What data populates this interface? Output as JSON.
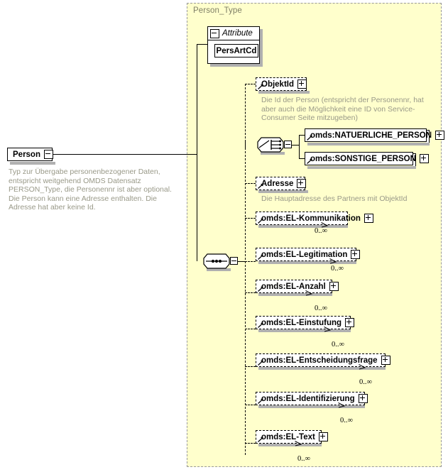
{
  "diagram": {
    "type_container_label": "Person_Type",
    "root": {
      "name": "Person",
      "toggle": "collapse-minus",
      "documentation": "Typ zur Übergabe personenbezogener Daten, entspricht weitgehend OMDS Datensatz PERSON_Type, die Personennr ist aber optional. Die Person kann eine Adresse enthalten. Die Adresse hat aber keine Id."
    },
    "attribute_group": {
      "label": "Attribute",
      "toggle": "collapse-minus",
      "attributes": [
        {
          "name": "PersArtCd"
        }
      ]
    },
    "compositors": [
      {
        "kind": "choice",
        "toggle": "collapse-minus"
      },
      {
        "kind": "sequence",
        "toggle": "collapse-minus"
      }
    ],
    "elements": [
      {
        "name": "ObjektId",
        "toggle": "expand-plus",
        "border": "dashed",
        "occurs": "",
        "repeating": false,
        "documentation": "Die Id der Person (entspricht der Personennr, hat aber auch die Möglichkeit eine ID von Service-Consumer Seite mitzugeben)"
      },
      {
        "name": "omds:NATUERLICHE_PERSON",
        "toggle": "expand-plus",
        "border": "solid",
        "occurs": "",
        "repeating": true,
        "documentation": ""
      },
      {
        "name": "omds:SONSTIGE_PERSON",
        "toggle": "expand-plus",
        "border": "solid",
        "occurs": "",
        "repeating": true,
        "documentation": ""
      },
      {
        "name": "Adresse",
        "toggle": "expand-plus",
        "border": "dashed",
        "occurs": "",
        "repeating": false,
        "documentation": "Die Hauptadresse des Partners mit ObjektId"
      },
      {
        "name": "omds:EL-Kommunikation",
        "toggle": "expand-plus",
        "border": "dashed",
        "occurs": "0..∞",
        "repeating": true,
        "documentation": ""
      },
      {
        "name": "omds:EL-Legitimation",
        "toggle": "expand-plus",
        "border": "dashed",
        "occurs": "0..∞",
        "repeating": true,
        "documentation": ""
      },
      {
        "name": "omds:EL-Anzahl",
        "toggle": "expand-plus",
        "border": "dashed",
        "occurs": "0..∞",
        "repeating": true,
        "documentation": ""
      },
      {
        "name": "omds:EL-Einstufung",
        "toggle": "expand-plus",
        "border": "dashed",
        "occurs": "0..∞",
        "repeating": true,
        "documentation": ""
      },
      {
        "name": "omds:EL-Entscheidungsfrage",
        "toggle": "expand-plus",
        "border": "dashed",
        "occurs": "0..∞",
        "repeating": true,
        "documentation": ""
      },
      {
        "name": "omds:EL-Identifizierung",
        "toggle": "expand-plus",
        "border": "dashed",
        "occurs": "0..∞",
        "repeating": true,
        "documentation": ""
      },
      {
        "name": "omds:EL-Text",
        "toggle": "expand-plus",
        "border": "dashed",
        "occurs": "0..∞",
        "repeating": true,
        "documentation": ""
      }
    ],
    "colors": {
      "container_fill": "#FFFFCC",
      "container_border": "#999999",
      "node_fill": "#FFFFFF",
      "node_border": "#000000",
      "doc_text": "#999988",
      "type_label": "#7F7F66",
      "shadow": "#B0B0B0"
    }
  }
}
